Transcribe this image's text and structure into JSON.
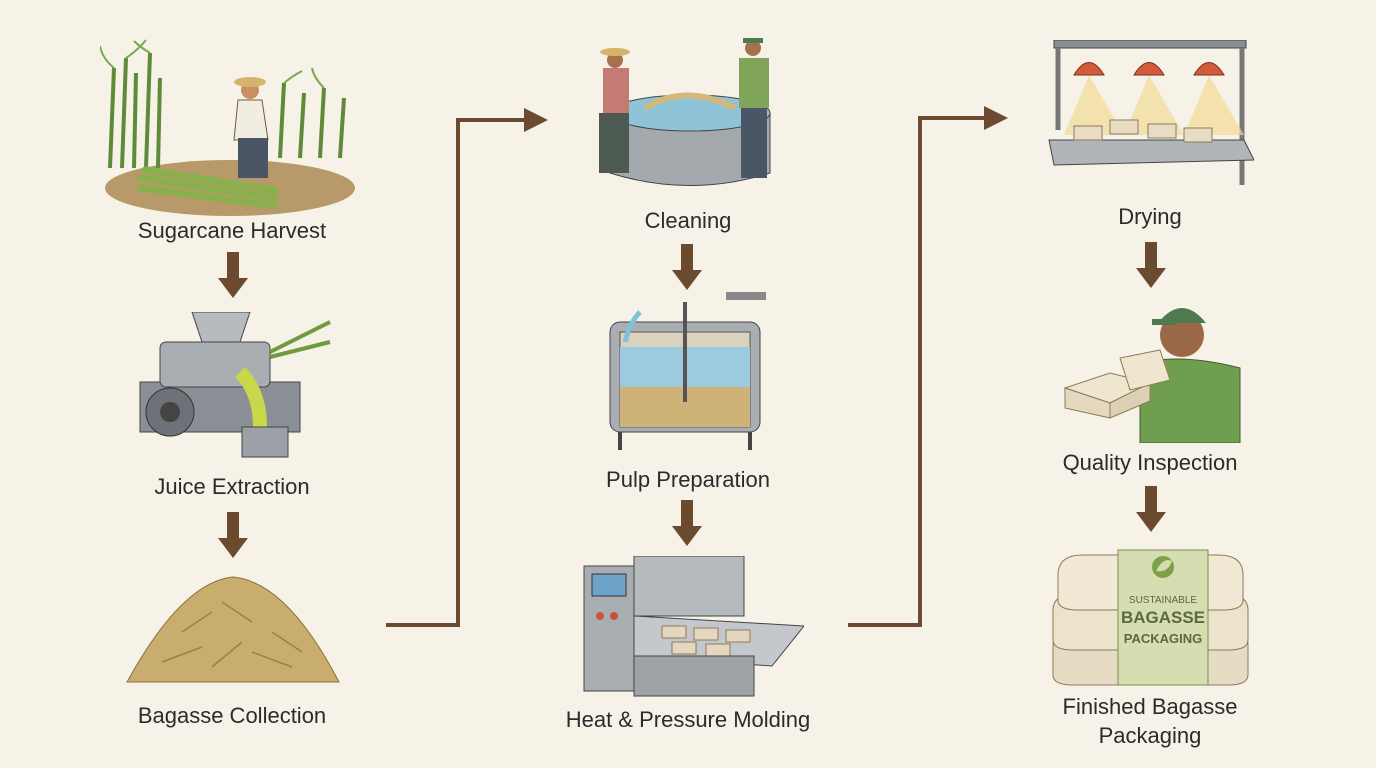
{
  "colors": {
    "background": "#f6f2e8",
    "arrow": "#6b4a2f",
    "text": "#2b2b2b"
  },
  "steps": [
    {
      "label": "Sugarcane Harvest",
      "icon": "sugarcane-harvest-illustration"
    },
    {
      "label": "Juice Extraction",
      "icon": "juice-extractor-illustration"
    },
    {
      "label": "Bagasse Collection",
      "icon": "bagasse-pile-illustration"
    },
    {
      "label": "Cleaning",
      "icon": "washing-tank-illustration"
    },
    {
      "label": "Pulp Preparation",
      "icon": "pulp-tank-illustration"
    },
    {
      "label": "Heat & Pressure Molding",
      "icon": "molding-machine-illustration"
    },
    {
      "label": "Drying",
      "icon": "drying-rack-illustration"
    },
    {
      "label": "Quality Inspection",
      "icon": "inspector-illustration"
    },
    {
      "label": "Finished Bagasse",
      "label_line2": "Packaging",
      "icon": "packaging-stack-illustration"
    }
  ],
  "package_band": {
    "line1": "SUSTAINABLE",
    "line2": "BAGASSE",
    "line3": "PACKAGING"
  }
}
